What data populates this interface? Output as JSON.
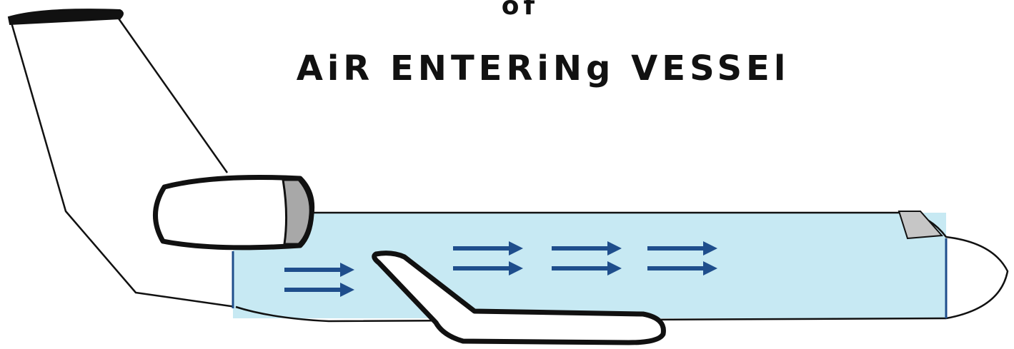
{
  "diagram": {
    "title_fragment": "of",
    "title": "AiR ENTERiNg VESSEl",
    "colors": {
      "cabin_air": "#c7e9f3",
      "arrow": "#1f4e8c",
      "bulkhead": "#1f4e8c",
      "outline": "#111111",
      "engine_band": "#a8a8a8",
      "cockpit_window": "#c6c6c6"
    },
    "arrow_groups": [
      {
        "arrows": 2
      },
      {
        "arrows": 2
      },
      {
        "arrows": 2
      },
      {
        "arrows": 2
      }
    ]
  }
}
